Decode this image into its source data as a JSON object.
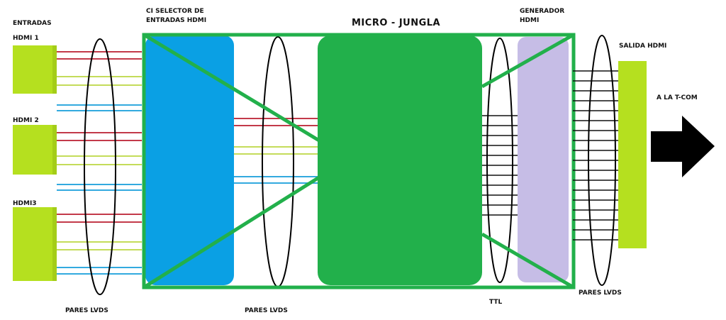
{
  "title": "MICRO  -  JUNGLA",
  "labels": {
    "entradas": "ENTRADAS",
    "hdmi1": "HDMI 1",
    "hdmi2": "HDMI 2",
    "hdmi3": "HDMI3",
    "selector_line1": "CI SELECTOR DE",
    "selector_line2": "ENTRADAS HDMI",
    "generador_line1": "GENERADOR",
    "generador_line2": "HDMI",
    "salida": "SALIDA HDMI",
    "a_la_tcom": "A LA T-COM",
    "pares_lvds_1": "PARES LVDS",
    "pares_lvds_2": "PARES LVDS",
    "ttl": "TTL",
    "pares_lvds_3": "PARES LVDS"
  },
  "colors": {
    "connector": "#b5e01f",
    "selector_chip": "#0aa0e4",
    "micro_chip": "#22b04b",
    "frame": "#22b04b",
    "generator_chip": "#c6bde6",
    "wire_red": "#c33a4a",
    "wire_green": "#c4dc5a",
    "wire_blue": "#33aadf",
    "wire_black": "#111111",
    "arrow": "#000000"
  }
}
